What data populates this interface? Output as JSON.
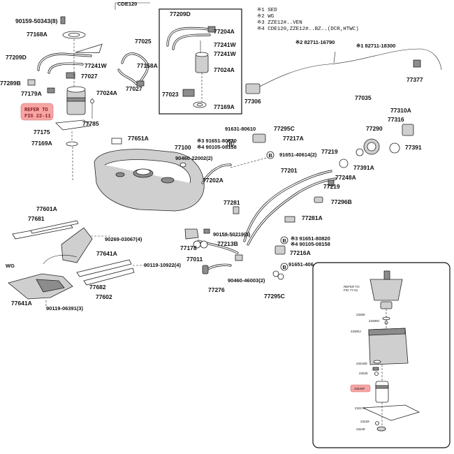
{
  "notes": [
    "※1 SED",
    "※2 WG",
    "※3 ZZE12#..VEN",
    "※4 CDE120,ZZE12#..BZ..(DCR,HTWC)"
  ],
  "header_fragment": "CDE120",
  "refer_note": {
    "line1": "REFER TO",
    "line2": "FIG 22-11"
  },
  "wg_label": "WG",
  "b_marker": "B",
  "labels": {
    "l90159_50343": "90159-50343(8)",
    "l77168A": "77168A",
    "l77209D_a": "77209D",
    "l77241W_a": "77241W",
    "l77027_a": "77027",
    "l77289B": "77289B",
    "l77179A": "77179A",
    "l77024A_a": "77024A",
    "l77785": "77785",
    "l77175": "77175",
    "l77169A_a": "77169A",
    "l77025": "77025",
    "l77158A": "77158A",
    "l77027_b": "77027",
    "l77209D_b": "77209D",
    "l77204A": "77204A",
    "l77241W_b": "77241W",
    "l77241W_c": "77241W",
    "l77024A_b": "77024A",
    "l77023": "77023",
    "l77169A_b": "77169A",
    "l82711_16790": "※2 82711-16790",
    "l82711_18300": "※1 82711-18300",
    "l77377": "77377",
    "l77035": "77035",
    "l77306": "77306",
    "l77651A": "77651A",
    "l77100": "77100",
    "l91631_80610": "91631-80610",
    "l77295C_a": "77295C",
    "l91651_80820_a": "※3 91651-80820",
    "l90105_08158_a": "※4 90105-08158",
    "l77217A": "77217A",
    "l91651_40614": "91651-40614(2)",
    "l77310A": "77310A",
    "l77316": "77316",
    "l77290": "77290",
    "l77391": "77391",
    "l77391A": "77391A",
    "l77219_a": "77219",
    "l77248A": "77248A",
    "l77219_b": "77219",
    "l90460_22002": "90460-22002(2)",
    "l77202A": "77202A",
    "l77201": "77201",
    "l77296B": "77296B",
    "l77281": "77281",
    "l77281A": "77281A",
    "l77601A": "77601A",
    "l77681": "77681",
    "l90269_03067": "90269-03067(4)",
    "l77641A_a": "77641A",
    "l90119_10922": "90119-10922(4)",
    "l77682": "77682",
    "l77602": "77602",
    "l77641A_b": "77641A",
    "l90119_06391": "90119-06391(3)",
    "l90159_50219": "90159-50219(5)",
    "l77178": "77178",
    "l77213B": "77213B",
    "l77011": "77011",
    "l91651_80820_b": "※3 91651-80820",
    "l90105_08158_b": "※4 90105-08158",
    "l77216A": "77216A",
    "l91651_406": "91651-406",
    "l77276": "77276",
    "l90460_46003": "90460-46003(2)",
    "l77295C_b": "77295C"
  },
  "inset_labels": {
    "refer": "REFER TO",
    "refer2": "FIG 77-01",
    "i23280": "23280",
    "i23280C": "23280C",
    "i23300J": "23300J",
    "i23219D": "23219D",
    "i23225": "23225",
    "i23220F": "23220F",
    "i23217A": "23217A",
    "i23229": "23229",
    "i23249": "23249"
  }
}
